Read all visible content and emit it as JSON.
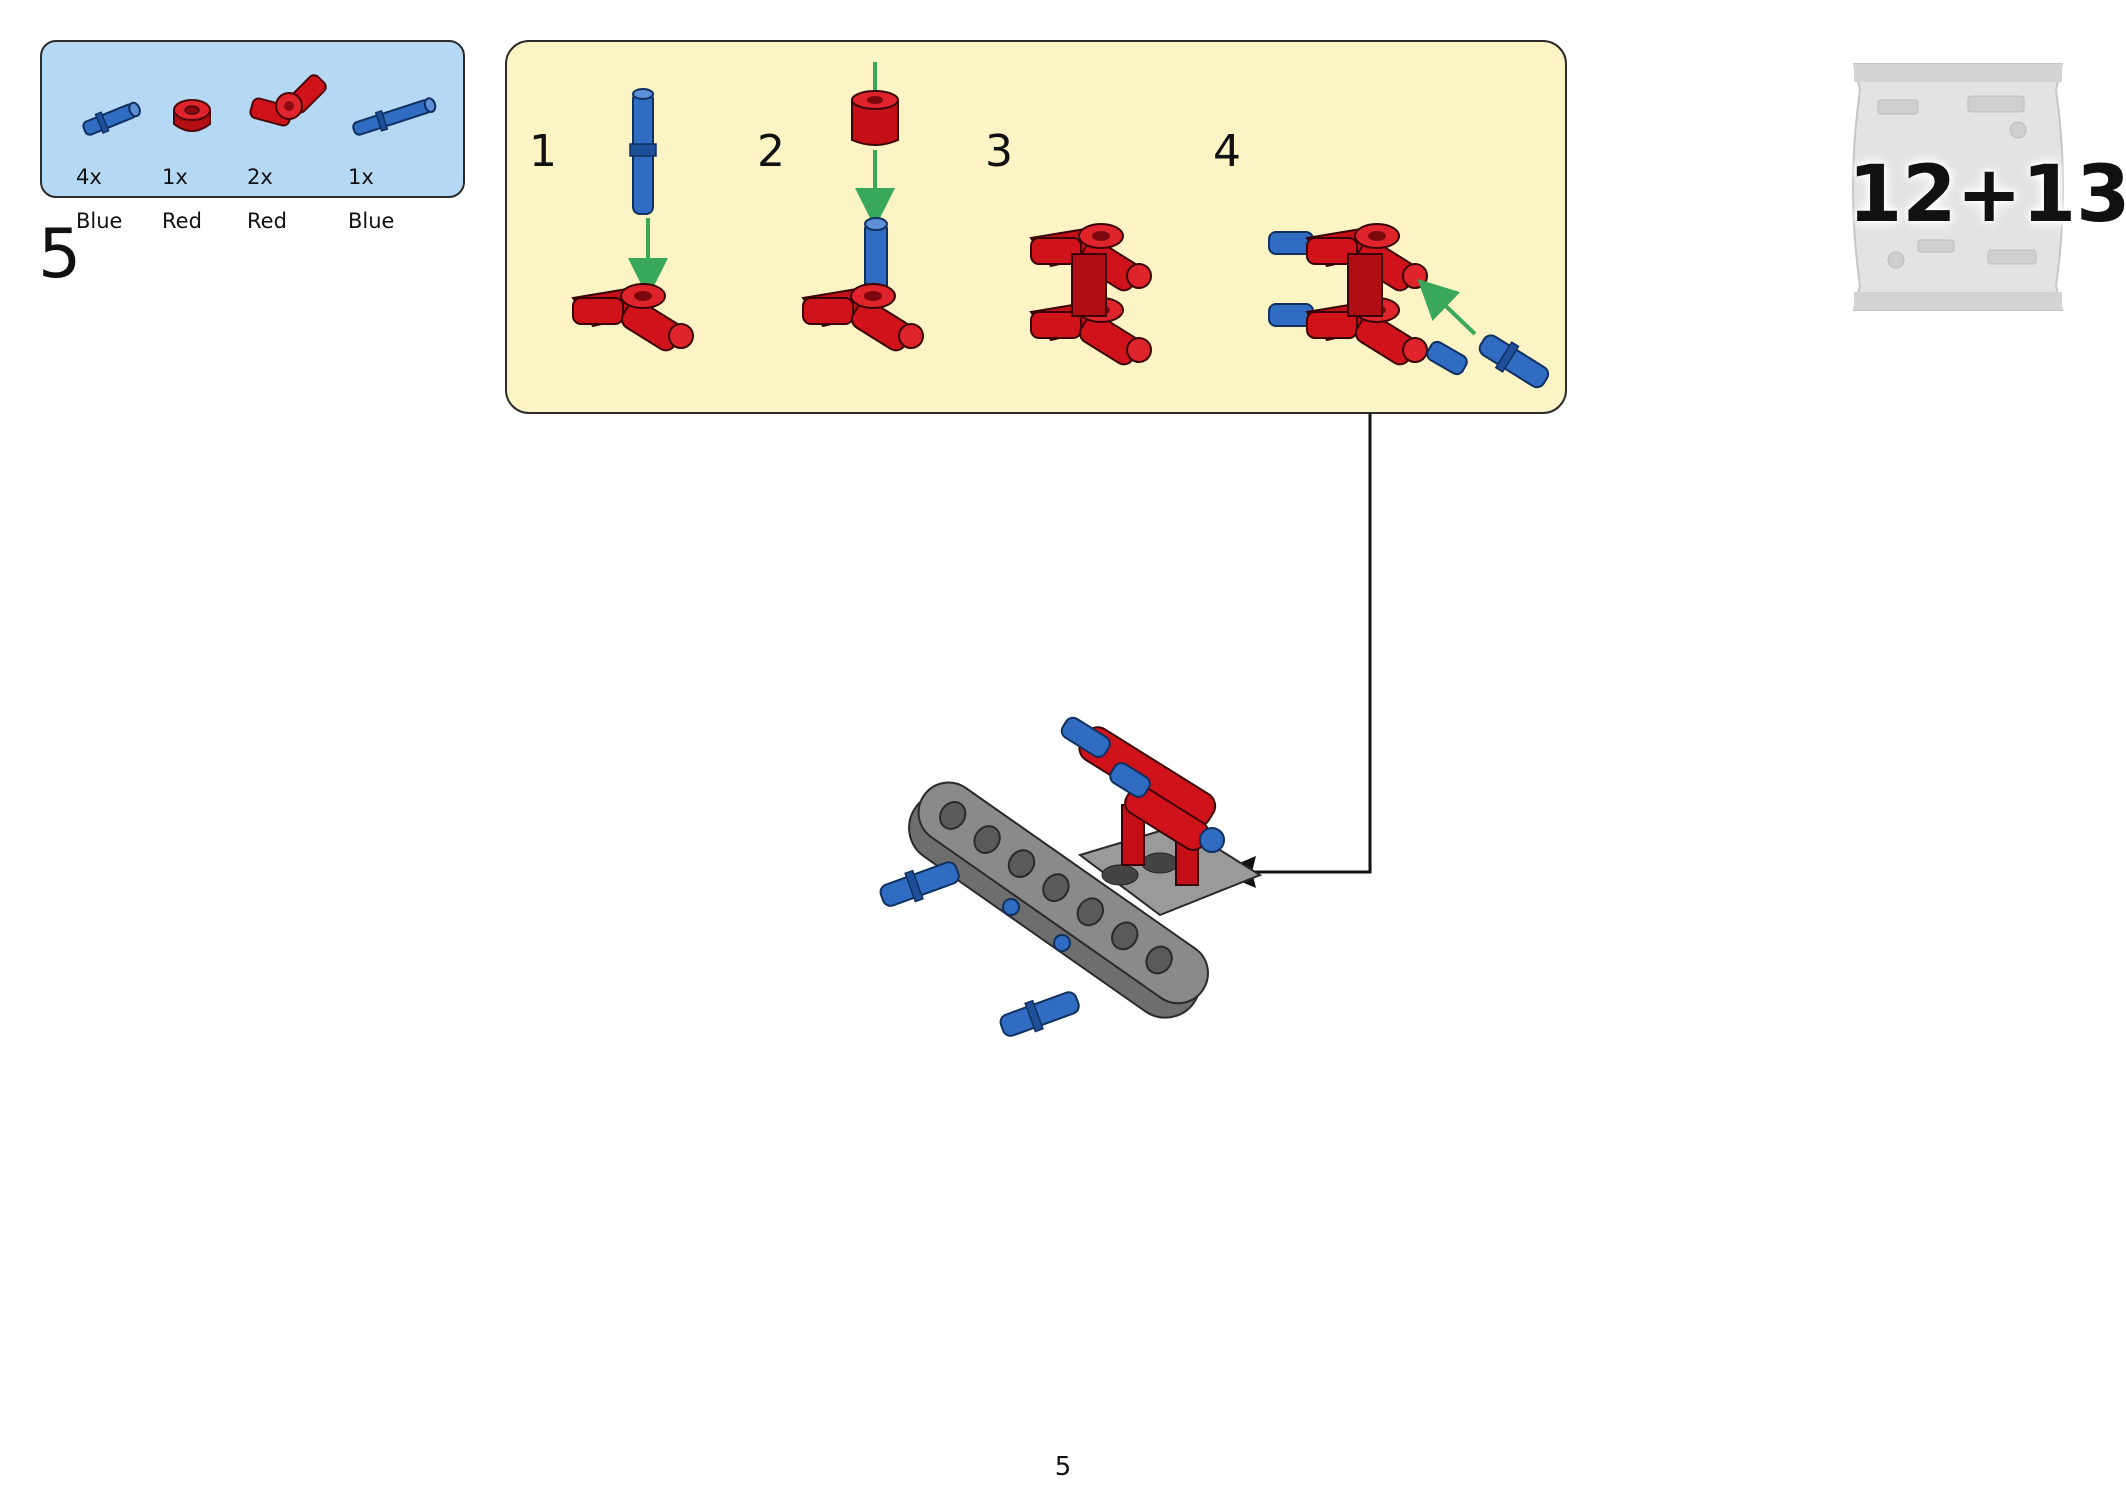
{
  "step": {
    "number": "5"
  },
  "parts": [
    {
      "qty": "4x",
      "color": "Blue",
      "icon": "blue-pin-icon"
    },
    {
      "qty": "1x",
      "color": "Red",
      "icon": "red-bush-icon"
    },
    {
      "qty": "2x",
      "color": "Red",
      "icon": "red-angle-connector-icon"
    },
    {
      "qty": "1x",
      "color": "Blue",
      "icon": "blue-long-pin-icon"
    }
  ],
  "substeps": [
    "1",
    "2",
    "3",
    "4"
  ],
  "bag": {
    "label": "12+13",
    "icon": "parts-bag-icon"
  },
  "page": {
    "number": "5"
  },
  "colors": {
    "parts_box_bg": "#b5d9f5",
    "callout_bg": "#fdf4c6",
    "brick_red": "#d0121a",
    "brick_blue": "#2f6cc2",
    "brick_gray": "#7a7a7a",
    "arrow_green": "#3aa85a"
  }
}
